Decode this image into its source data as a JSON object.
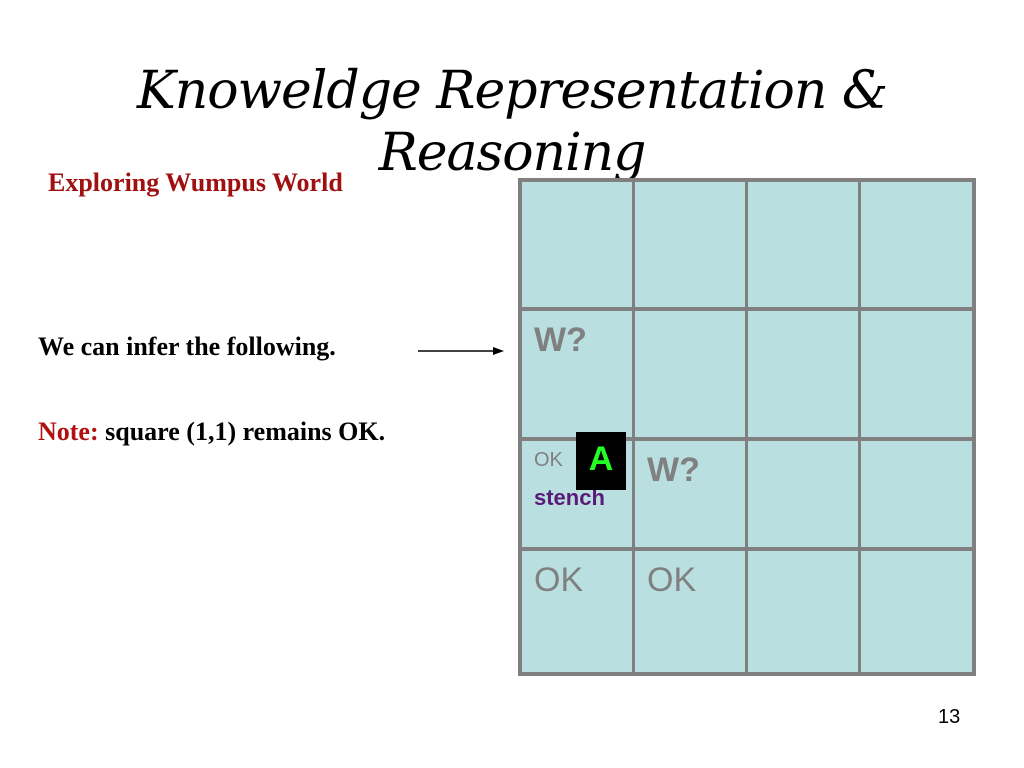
{
  "slide": {
    "title": "Knoweldge Representation & Reasoning",
    "subtitle": "Exploring Wumpus World",
    "infer_text": "We can infer  the following.",
    "note_label": "Note:",
    "note_body": " square (1,1) remains OK.",
    "page_number": "13"
  },
  "grid": {
    "row2_col1": "W?",
    "row3_col1_ok": "OK",
    "row3_col1_stench": "stench",
    "row3_col2": "W?",
    "row4_col1": "OK",
    "row4_col2": "OK",
    "agent_label": "A"
  },
  "colors": {
    "cell": "#b9dfe1",
    "grid_line": "#808080",
    "subtitle": "#a01010",
    "stench": "#5a1a7a",
    "agent_text": "#22ff22"
  }
}
